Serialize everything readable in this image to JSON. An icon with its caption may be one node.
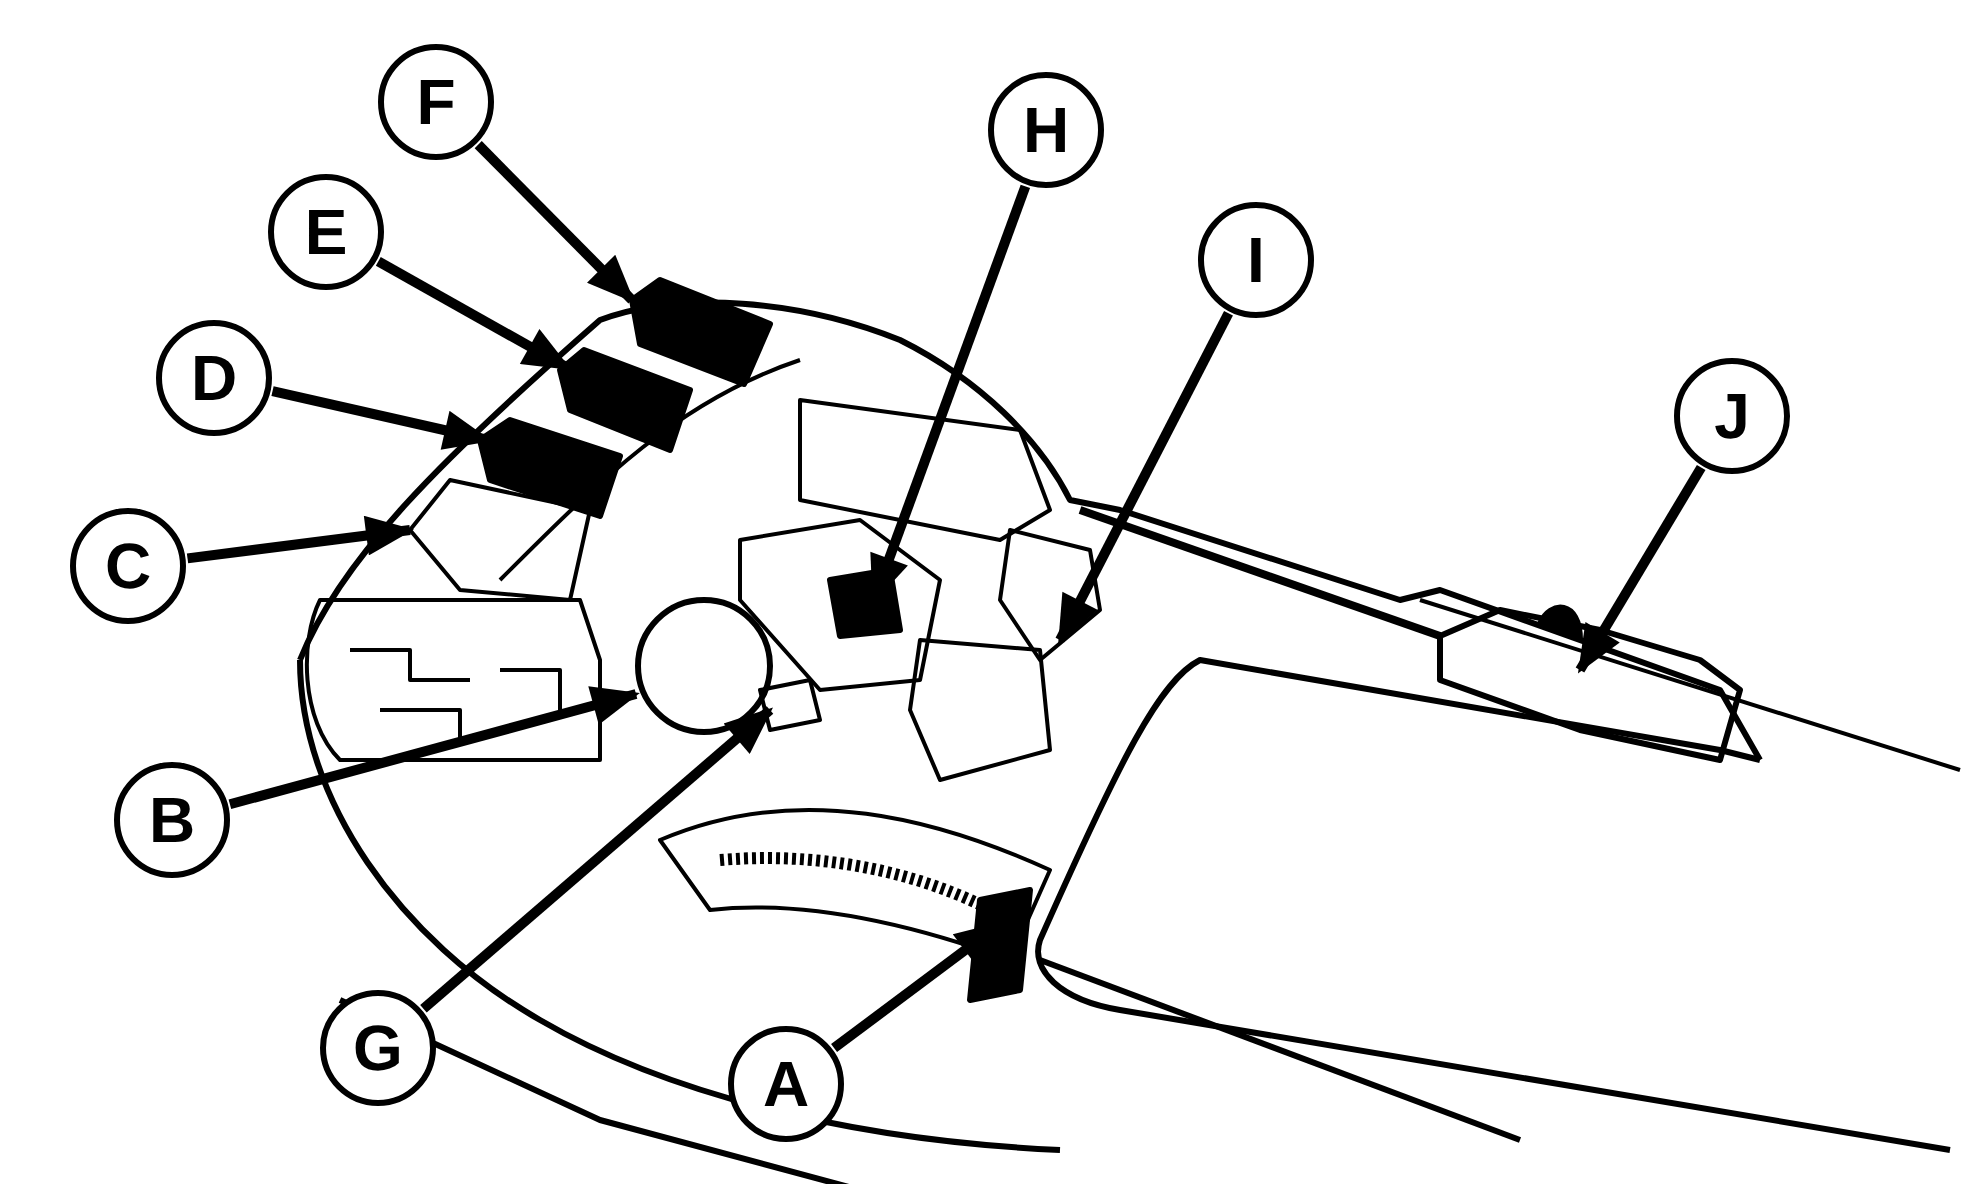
{
  "diagram": {
    "nodes": [
      {
        "text": [
          "A"
        ]
      },
      {
        "text": [
          "B"
        ]
      },
      {
        "text": [
          "C"
        ]
      },
      {
        "text": [
          "D"
        ]
      },
      {
        "text": [
          "E"
        ]
      },
      {
        "text": [
          "F"
        ]
      },
      {
        "text": [
          "G"
        ]
      },
      {
        "text": [
          "H"
        ]
      },
      {
        "text": [
          "I"
        ]
      },
      {
        "text": [
          "J"
        ]
      }
    ],
    "edges": [
      {
        "from": 0,
        "to": null,
        "arrow": "to"
      },
      {
        "from": 1,
        "to": null,
        "arrow": "to"
      },
      {
        "from": 2,
        "to": null,
        "arrow": "to"
      },
      {
        "from": 3,
        "to": null,
        "arrow": "to"
      },
      {
        "from": 4,
        "to": null,
        "arrow": "to"
      },
      {
        "from": 5,
        "to": null,
        "arrow": "to"
      },
      {
        "from": 6,
        "to": null,
        "arrow": "to"
      },
      {
        "from": 7,
        "to": null,
        "arrow": "to"
      },
      {
        "from": 8,
        "to": null,
        "arrow": "to"
      },
      {
        "from": 9,
        "to": null,
        "arrow": "to"
      }
    ]
  }
}
